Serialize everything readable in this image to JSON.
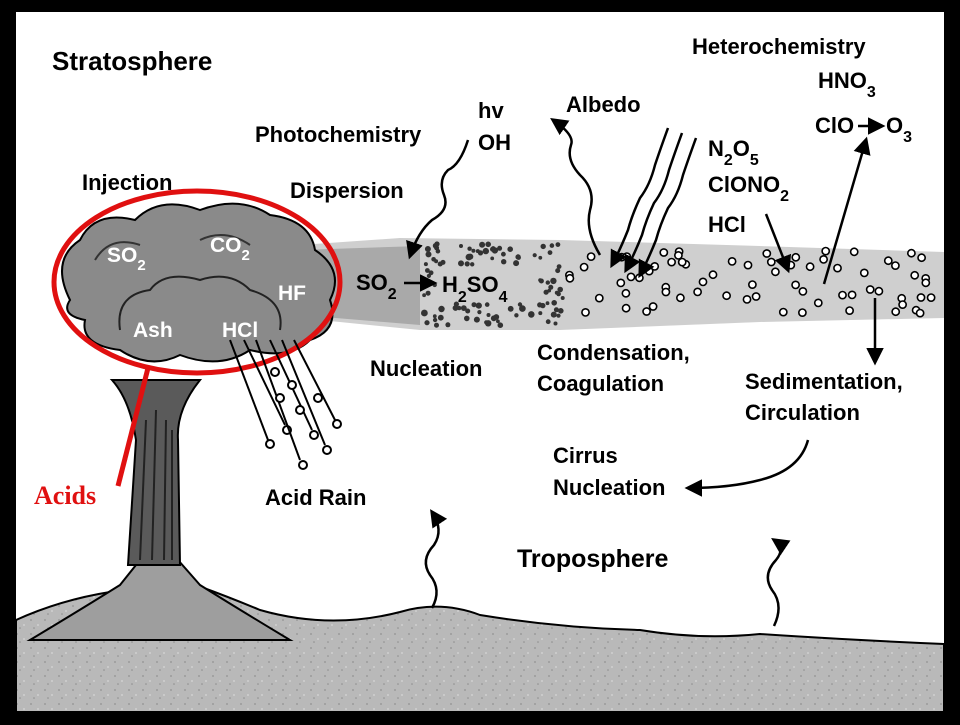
{
  "title": "Stratosphere",
  "troposphere_label": "Troposphere",
  "plume_gases": {
    "so2": {
      "base": "SO",
      "sub": "2"
    },
    "co2": {
      "base": "CO",
      "sub": "2"
    },
    "hf": "HF",
    "ash": "Ash",
    "hcl": "HCl"
  },
  "labels": {
    "injection": "Injection",
    "photochemistry": "Photochemistry",
    "hv": "hv",
    "oh": "OH",
    "albedo": "Albedo",
    "heterochemistry": "Heterochemistry",
    "hno3": {
      "base": "HNO",
      "sub": "3"
    },
    "clo": "ClO",
    "o3": {
      "base": "O",
      "sub": "3"
    },
    "dispersion": "Dispersion",
    "n2o5": {
      "a": "N",
      "b": "2",
      "c": "O",
      "d": "5"
    },
    "clono2": {
      "base": "ClONO",
      "sub": "2"
    },
    "hcl_right": "HCl",
    "so2_cloud": {
      "base": "SO",
      "sub": "2"
    },
    "h2so4": {
      "a": "H",
      "b": "2",
      "c": "SO",
      "d": "4"
    },
    "nucleation": "Nucleation",
    "condensation": "Condensation,",
    "coagulation": "Coagulation",
    "sedimentation": "Sedimentation,",
    "circulation": "Circulation",
    "cirrus": "Cirrus",
    "cirrus_nucleation": "Nucleation",
    "acid_rain": "Acid Rain",
    "acids": "Acids"
  },
  "colors": {
    "highlight": "#e01010",
    "background": "#ffffff",
    "plume": "#8a8a8a",
    "aerosol_band": "#c8c8c8",
    "ground": "#b8b8b8"
  }
}
